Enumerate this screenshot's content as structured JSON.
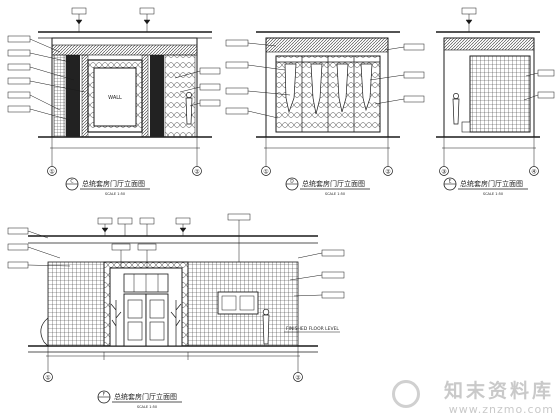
{
  "titles": {
    "elev1": "总统套房门厅立面图",
    "elev2": "总统套房门厅立面图",
    "elev3": "总统套房门厅立面图",
    "elev4": "总统套房门厅立面图",
    "scale": "SCALE 1:50"
  },
  "sections": {
    "elev1": "C",
    "elev2": "D",
    "elev3": "E",
    "elev4": "F"
  },
  "axis_labels": [
    "①",
    "②",
    "①",
    "②",
    "③",
    "④",
    "①",
    "②"
  ],
  "annotations": {
    "elev4_note": "FINISHED FLOOR LEVEL"
  },
  "watermark": {
    "main": "知末资料库",
    "url": "www.znzmo.com"
  },
  "colors": {
    "line": "#1a1a1a",
    "hatch": "#555555",
    "watermark": "#c9c9c9"
  }
}
